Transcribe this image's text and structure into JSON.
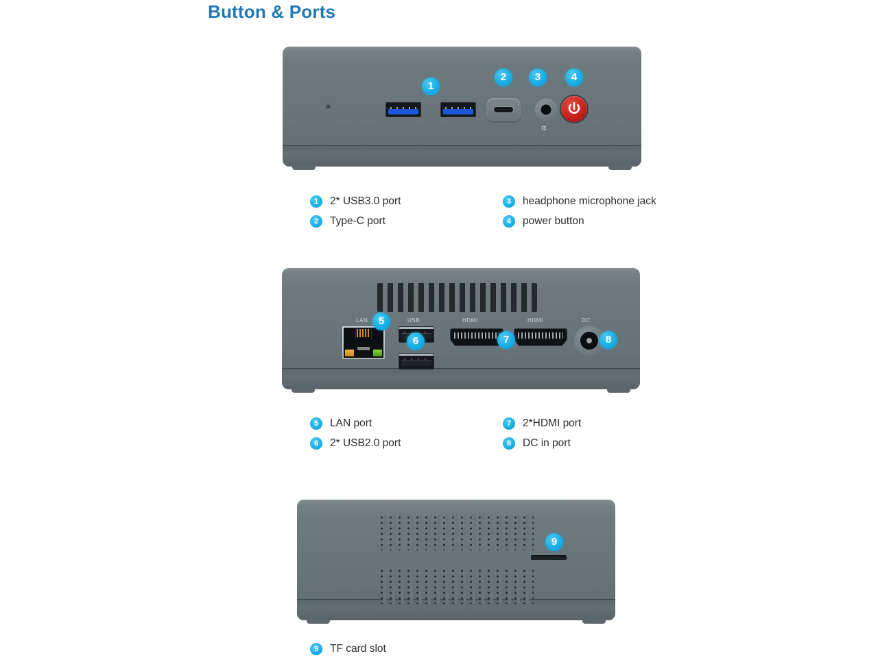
{
  "page": {
    "title": "Button & Ports",
    "title_color": "#1f78b4",
    "badge_color": "#17aee6",
    "chassis_color": "#6b7579",
    "power_button_color": "#c8211d"
  },
  "views": [
    {
      "name": "front-panel",
      "callouts": [
        "1",
        "2",
        "3",
        "4"
      ],
      "port_labels": [],
      "legend": [
        {
          "num": "1",
          "label": "2* USB3.0 port"
        },
        {
          "num": "3",
          "label": "headphone microphone jack"
        },
        {
          "num": "2",
          "label": "Type-C port"
        },
        {
          "num": "4",
          "label": "power button"
        }
      ]
    },
    {
      "name": "rear-panel",
      "callouts": [
        "5",
        "6",
        "7",
        "8"
      ],
      "port_labels": [
        "LAN",
        "USB",
        "HDMI",
        "HDMI",
        "DC"
      ],
      "legend": [
        {
          "num": "5",
          "label": "LAN port"
        },
        {
          "num": "7",
          "label": "2*HDMI port"
        },
        {
          "num": "6",
          "label": "2* USB2.0 port"
        },
        {
          "num": "8",
          "label": "DC in port"
        }
      ]
    },
    {
      "name": "side-panel",
      "callouts": [
        "9"
      ],
      "port_labels": [],
      "legend": [
        {
          "num": "9",
          "label": "TF card slot"
        }
      ]
    }
  ]
}
